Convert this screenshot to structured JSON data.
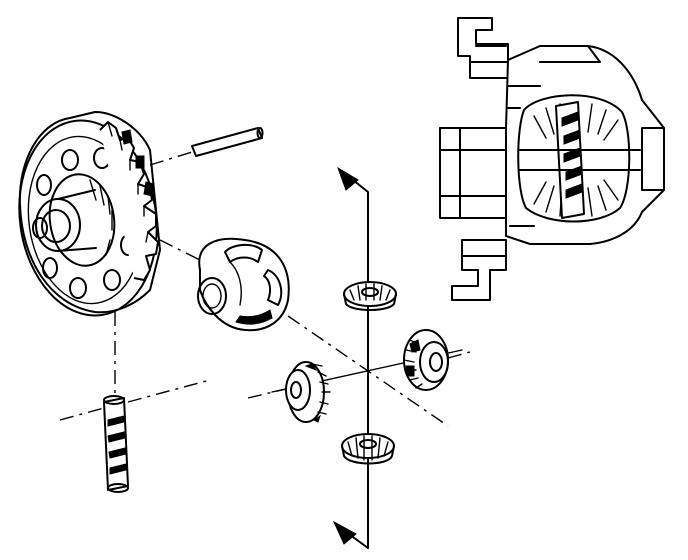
{
  "figure": {
    "subject": "differential-exploded-view",
    "parts": [
      "ring-gear",
      "pinion-shaft-pin",
      "differential-case",
      "pinion-shaft",
      "side-gear-left",
      "side-gear-right",
      "pinion-gear-top",
      "pinion-gear-bottom",
      "differential-assembly"
    ]
  }
}
